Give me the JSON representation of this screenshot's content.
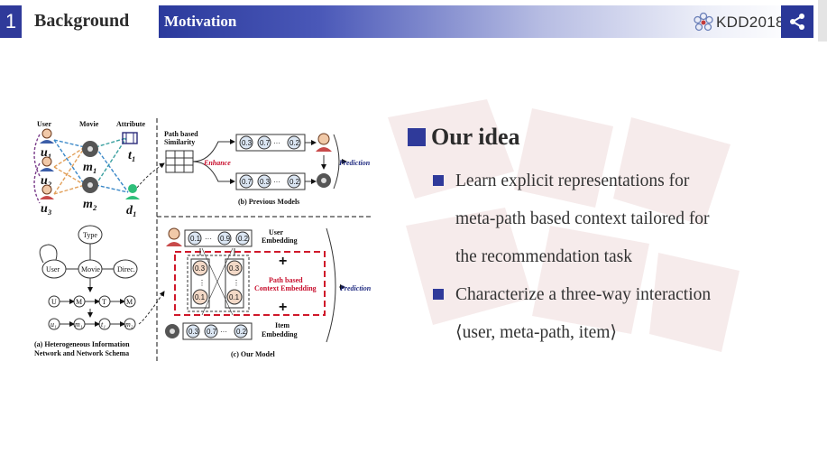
{
  "header": {
    "section_number": "1",
    "section_label": "Background",
    "subsection_label": "Motivation",
    "conference": "KDD2018"
  },
  "figure": {
    "col_user": "User",
    "col_movie": "Movie",
    "col_attribute": "Attribute",
    "vars": {
      "u1": "u₁",
      "u2": "u₂",
      "u3": "u₃",
      "m1": "m₁",
      "m2": "m₂",
      "t1": "t₁",
      "d1": "d₁"
    },
    "schema": {
      "type": "Type",
      "user": "User",
      "movie": "Movie",
      "direc": "Direc.",
      "path": [
        "U",
        "M",
        "T",
        "M"
      ],
      "inst": [
        "u₁",
        "m₁",
        "t₁",
        "m₂"
      ]
    },
    "caption_a": [
      "(a) Heterogeneous Information",
      "Network and Network Schema"
    ],
    "path_sim": [
      "Path based",
      "Similarity"
    ],
    "enhance": "Enhance",
    "prediction": "Prediction",
    "top_vec": [
      "0.3",
      "0.7",
      "···",
      "0.2"
    ],
    "bot_vec": [
      "0.7",
      "0.3",
      "···",
      "0.2"
    ],
    "caption_b": "(b) Previous Models",
    "user_emb_vec": [
      "0.1",
      "···",
      "0.9",
      "0.2"
    ],
    "user_emb_label": [
      "User",
      "Embedding"
    ],
    "ctx_label": [
      "Path based",
      "Context Embedding"
    ],
    "ctx_col": [
      "0.3",
      "⋮",
      "0.1"
    ],
    "item_emb_vec": [
      "0.3",
      "0.7",
      "···",
      "0.2"
    ],
    "item_emb_label": [
      "Item",
      "Embedding"
    ],
    "plus": "+",
    "caption_c": "(c) Our Model"
  },
  "idea": {
    "title": "Our idea",
    "bullets": [
      {
        "lines": [
          "Learn explicit representations for",
          "meta-path based context tailored for",
          "the recommendation task"
        ]
      },
      {
        "lines": [
          "Characterize a three-way interaction",
          "⟨user, meta-path, item⟩"
        ]
      }
    ]
  },
  "colors": {
    "accent": "#2f3a9a",
    "red_dash": "#d0182a"
  }
}
